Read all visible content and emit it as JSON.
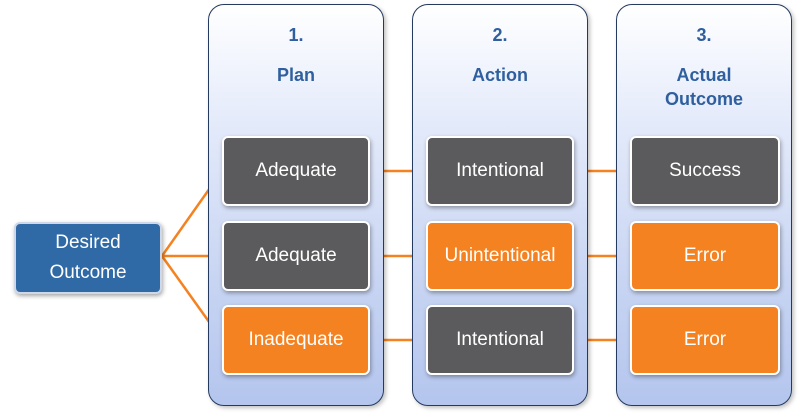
{
  "start": {
    "label_line1": "Desired",
    "label_line2": "Outcome"
  },
  "columns": [
    {
      "number": "1.",
      "title_line1": "Plan",
      "title_line2": ""
    },
    {
      "number": "2.",
      "title_line1": "Action",
      "title_line2": ""
    },
    {
      "number": "3.",
      "title_line1": "Actual",
      "title_line2": "Outcome"
    }
  ],
  "rows": [
    {
      "plan": "Adequate",
      "action": "Intentional",
      "outcome": "Success"
    },
    {
      "plan": "Adequate",
      "action": "Unintentional",
      "outcome": "Error"
    },
    {
      "plan": "Inadequate",
      "action": "Intentional",
      "outcome": "Error"
    }
  ],
  "colors": {
    "neutral_box": "#5b5b5d",
    "highlight_box": "#f58220",
    "start_box": "#2f6aa6",
    "connector": "#f58220",
    "header_text": "#2f5f9e"
  }
}
